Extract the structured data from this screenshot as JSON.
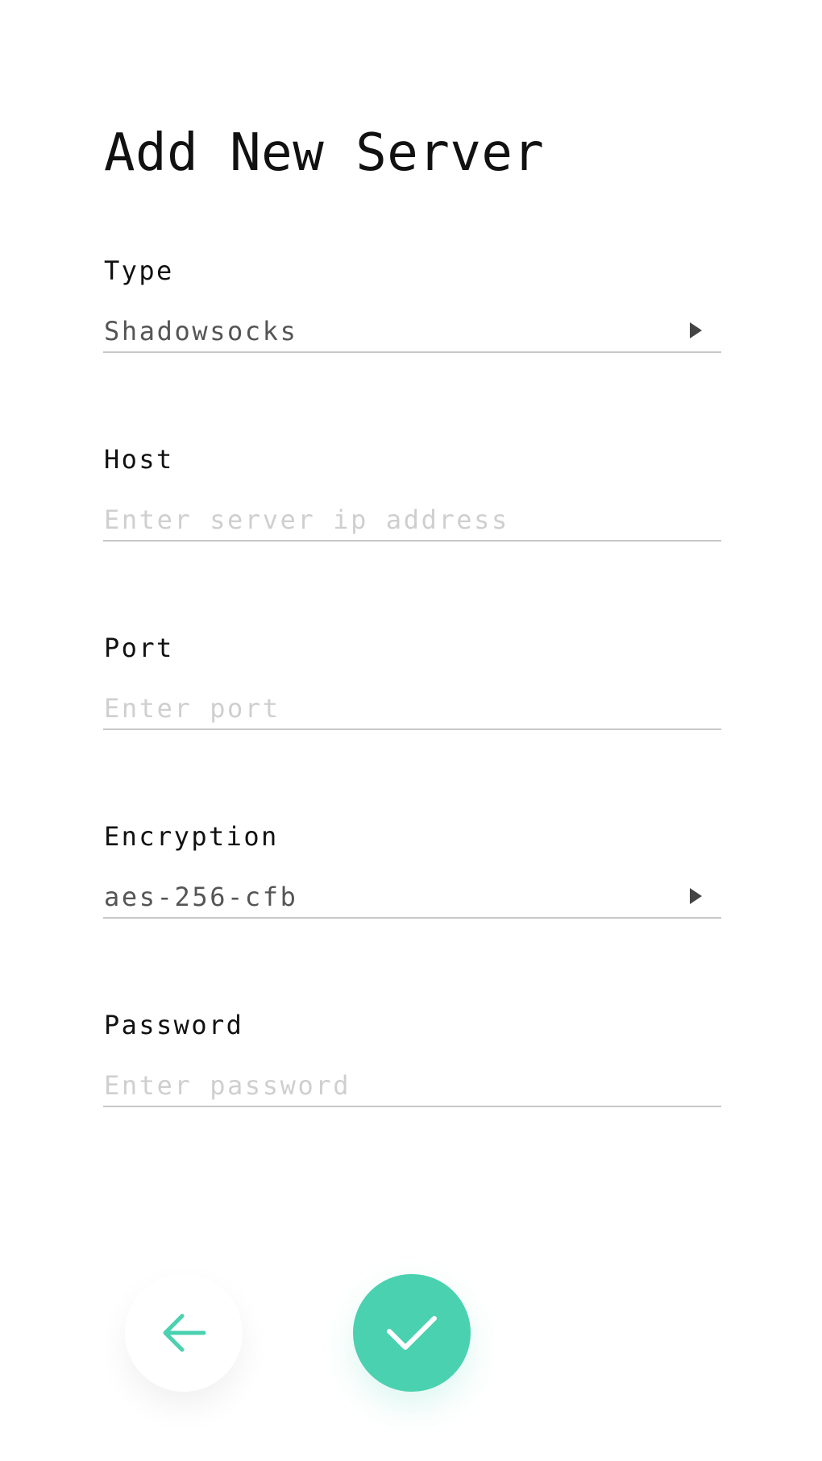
{
  "page": {
    "title": "Add New Server"
  },
  "form": {
    "type": {
      "label": "Type",
      "value": "Shadowsocks"
    },
    "host": {
      "label": "Host",
      "placeholder": "Enter server ip address"
    },
    "port": {
      "label": "Port",
      "placeholder": "Enter port"
    },
    "encryption": {
      "label": "Encryption",
      "value": "aes-256-cfb"
    },
    "password": {
      "label": "Password",
      "placeholder": "Enter password"
    }
  },
  "actions": {
    "back_icon": "arrow-left-icon",
    "confirm_icon": "check-icon"
  },
  "colors": {
    "accent": "#4ad1b0",
    "placeholder": "#cfcfcf",
    "divider": "#c8c8c8"
  }
}
